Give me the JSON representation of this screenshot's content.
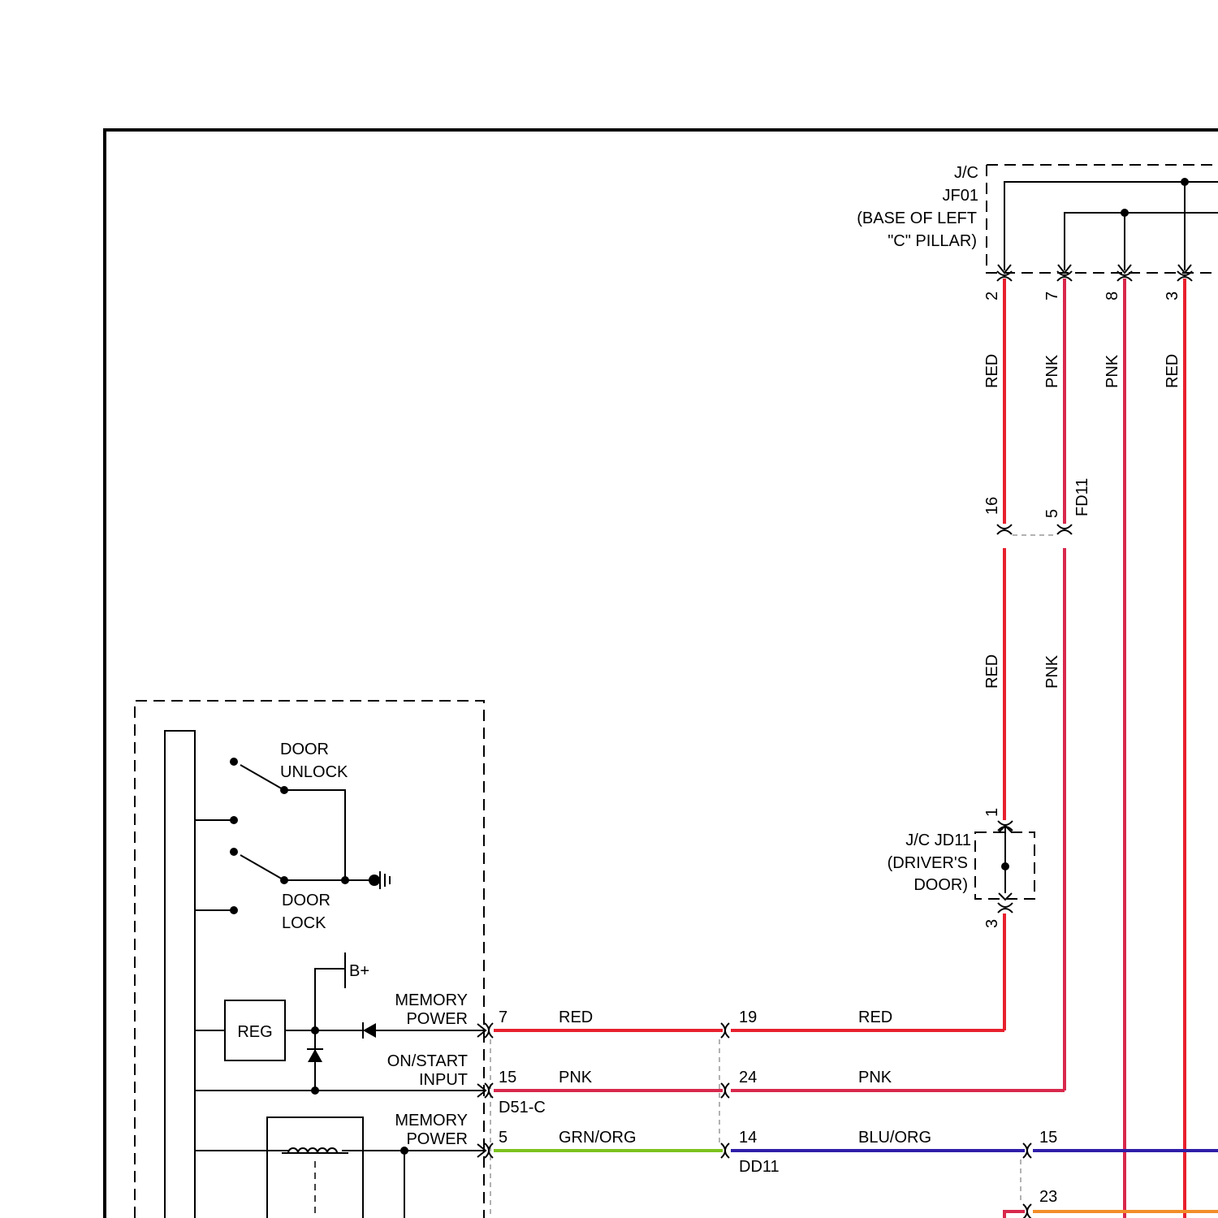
{
  "colors": {
    "RED": "#e8202e",
    "PNK": "#d8284c",
    "GRN/ORG": "#7cc21e",
    "BLU/ORG": "#2f1fa8",
    "ORG": "#f28c28"
  },
  "jf01": {
    "line1": "J/C",
    "line2": "JF01",
    "line3": "(BASE OF LEFT",
    "line4": "\"C\" PILLAR)"
  },
  "top_pins": [
    "2",
    "7",
    "8",
    "3"
  ],
  "top_wires": [
    "RED",
    "PNK",
    "PNK",
    "RED"
  ],
  "fd11": {
    "name": "FD11",
    "pin_a": "16",
    "pin_b": "5"
  },
  "mid_wires": [
    "RED",
    "PNK"
  ],
  "jd11": {
    "line1": "J/C JD11",
    "line2": "(DRIVER'S",
    "line3": "DOOR)",
    "pin_top": "1",
    "pin_bottom": "3"
  },
  "switches": {
    "unlock_1": "DOOR",
    "unlock_2": "UNLOCK",
    "lock_1": "DOOR",
    "lock_2": "LOCK"
  },
  "module": {
    "reg": "REG",
    "bplus": "B+"
  },
  "inputs": [
    {
      "line1": "MEMORY",
      "line2": "POWER"
    },
    {
      "line1": "ON/START",
      "line2": "INPUT"
    },
    {
      "line1": "MEMORY",
      "line2": "POWER"
    }
  ],
  "d51c": {
    "name": "D51-C",
    "pins": [
      "7",
      "15",
      "5"
    ],
    "wires": [
      "RED",
      "PNK",
      "GRN/ORG"
    ]
  },
  "dd11": {
    "name": "DD11",
    "pins": [
      "19",
      "24",
      "14"
    ],
    "wires": [
      "RED",
      "PNK",
      "BLU/ORG"
    ]
  },
  "right_connector": {
    "pin_a": "15",
    "pin_b": "23"
  }
}
